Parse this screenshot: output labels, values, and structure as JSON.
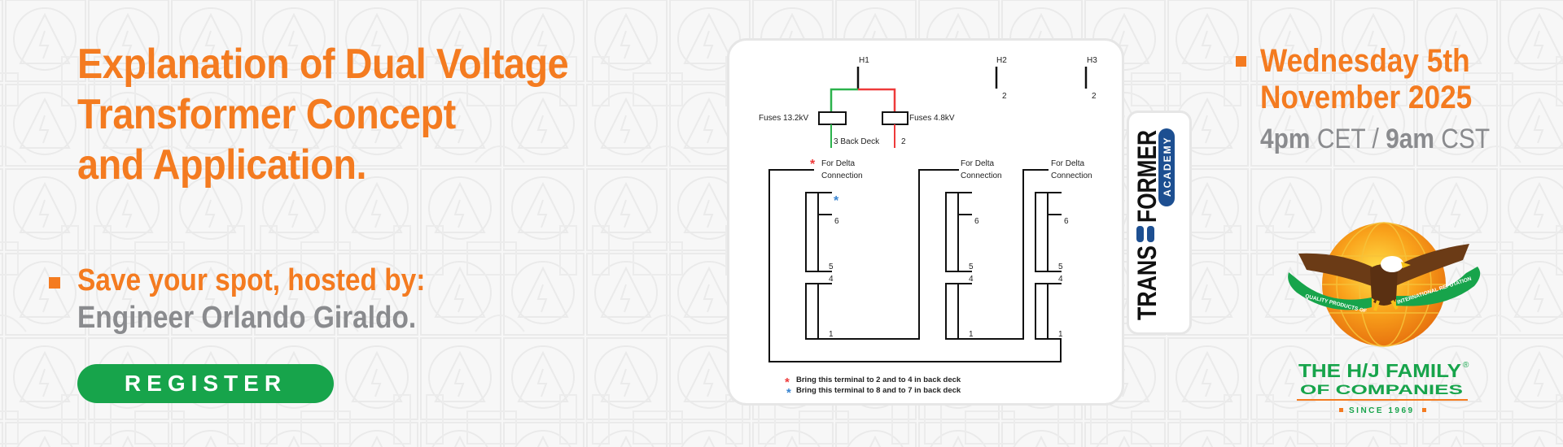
{
  "colors": {
    "orange": "#f47b20",
    "gray": "#8a8b8e",
    "green": "#17a44b",
    "navy": "#1d4f91",
    "wire_green": "#2bb24c",
    "wire_red": "#ee3a3a",
    "star_blue": "#3a85d0"
  },
  "headline": {
    "line1": "Explanation of Dual Voltage",
    "line2": "Transformer Concept",
    "line3": "and Application."
  },
  "host": {
    "label": "Save your spot, hosted by:",
    "name": "Engineer Orlando Giraldo."
  },
  "register_button": {
    "label": "REGISTER"
  },
  "event": {
    "weekday": "Wednesday",
    "day": "5th",
    "month_year": "November 2025",
    "time1": "4pm",
    "zone1": "CET /",
    "time2": "9am",
    "zone2": "CST"
  },
  "diagram": {
    "h1": "H1",
    "h2": "H2",
    "h3": "H3",
    "fuse_left": "Fuses 13.2kV",
    "fuse_right": "Fuses 4.8kV",
    "back_deck_left": "3 Back Deck",
    "back_deck_right": "2",
    "h2_terminal": "2",
    "h3_terminal": "2",
    "delta_line1": "For Delta",
    "delta_line2": "Connection",
    "terminals": [
      "6",
      "5",
      "4",
      "1"
    ],
    "legend": [
      {
        "symbol": "*",
        "text": "Bring this terminal to 2 and to 4 in back deck"
      },
      {
        "symbol": "*",
        "text": "Bring this terminal to 8 and to 7 in back deck"
      }
    ]
  },
  "academy_logo": {
    "word1": "TRANS",
    "word2": "FORMER",
    "sub": "ACADEMY"
  },
  "hj_logo": {
    "ribbon_left": "QUALITY PRODUCTS OF",
    "ribbon_right": "INTERNATIONAL REPUTATION",
    "name_line1": "THE H/J FAMILY",
    "registered": "®",
    "name_line2": "OF COMPANIES",
    "since": "SINCE 1969"
  }
}
